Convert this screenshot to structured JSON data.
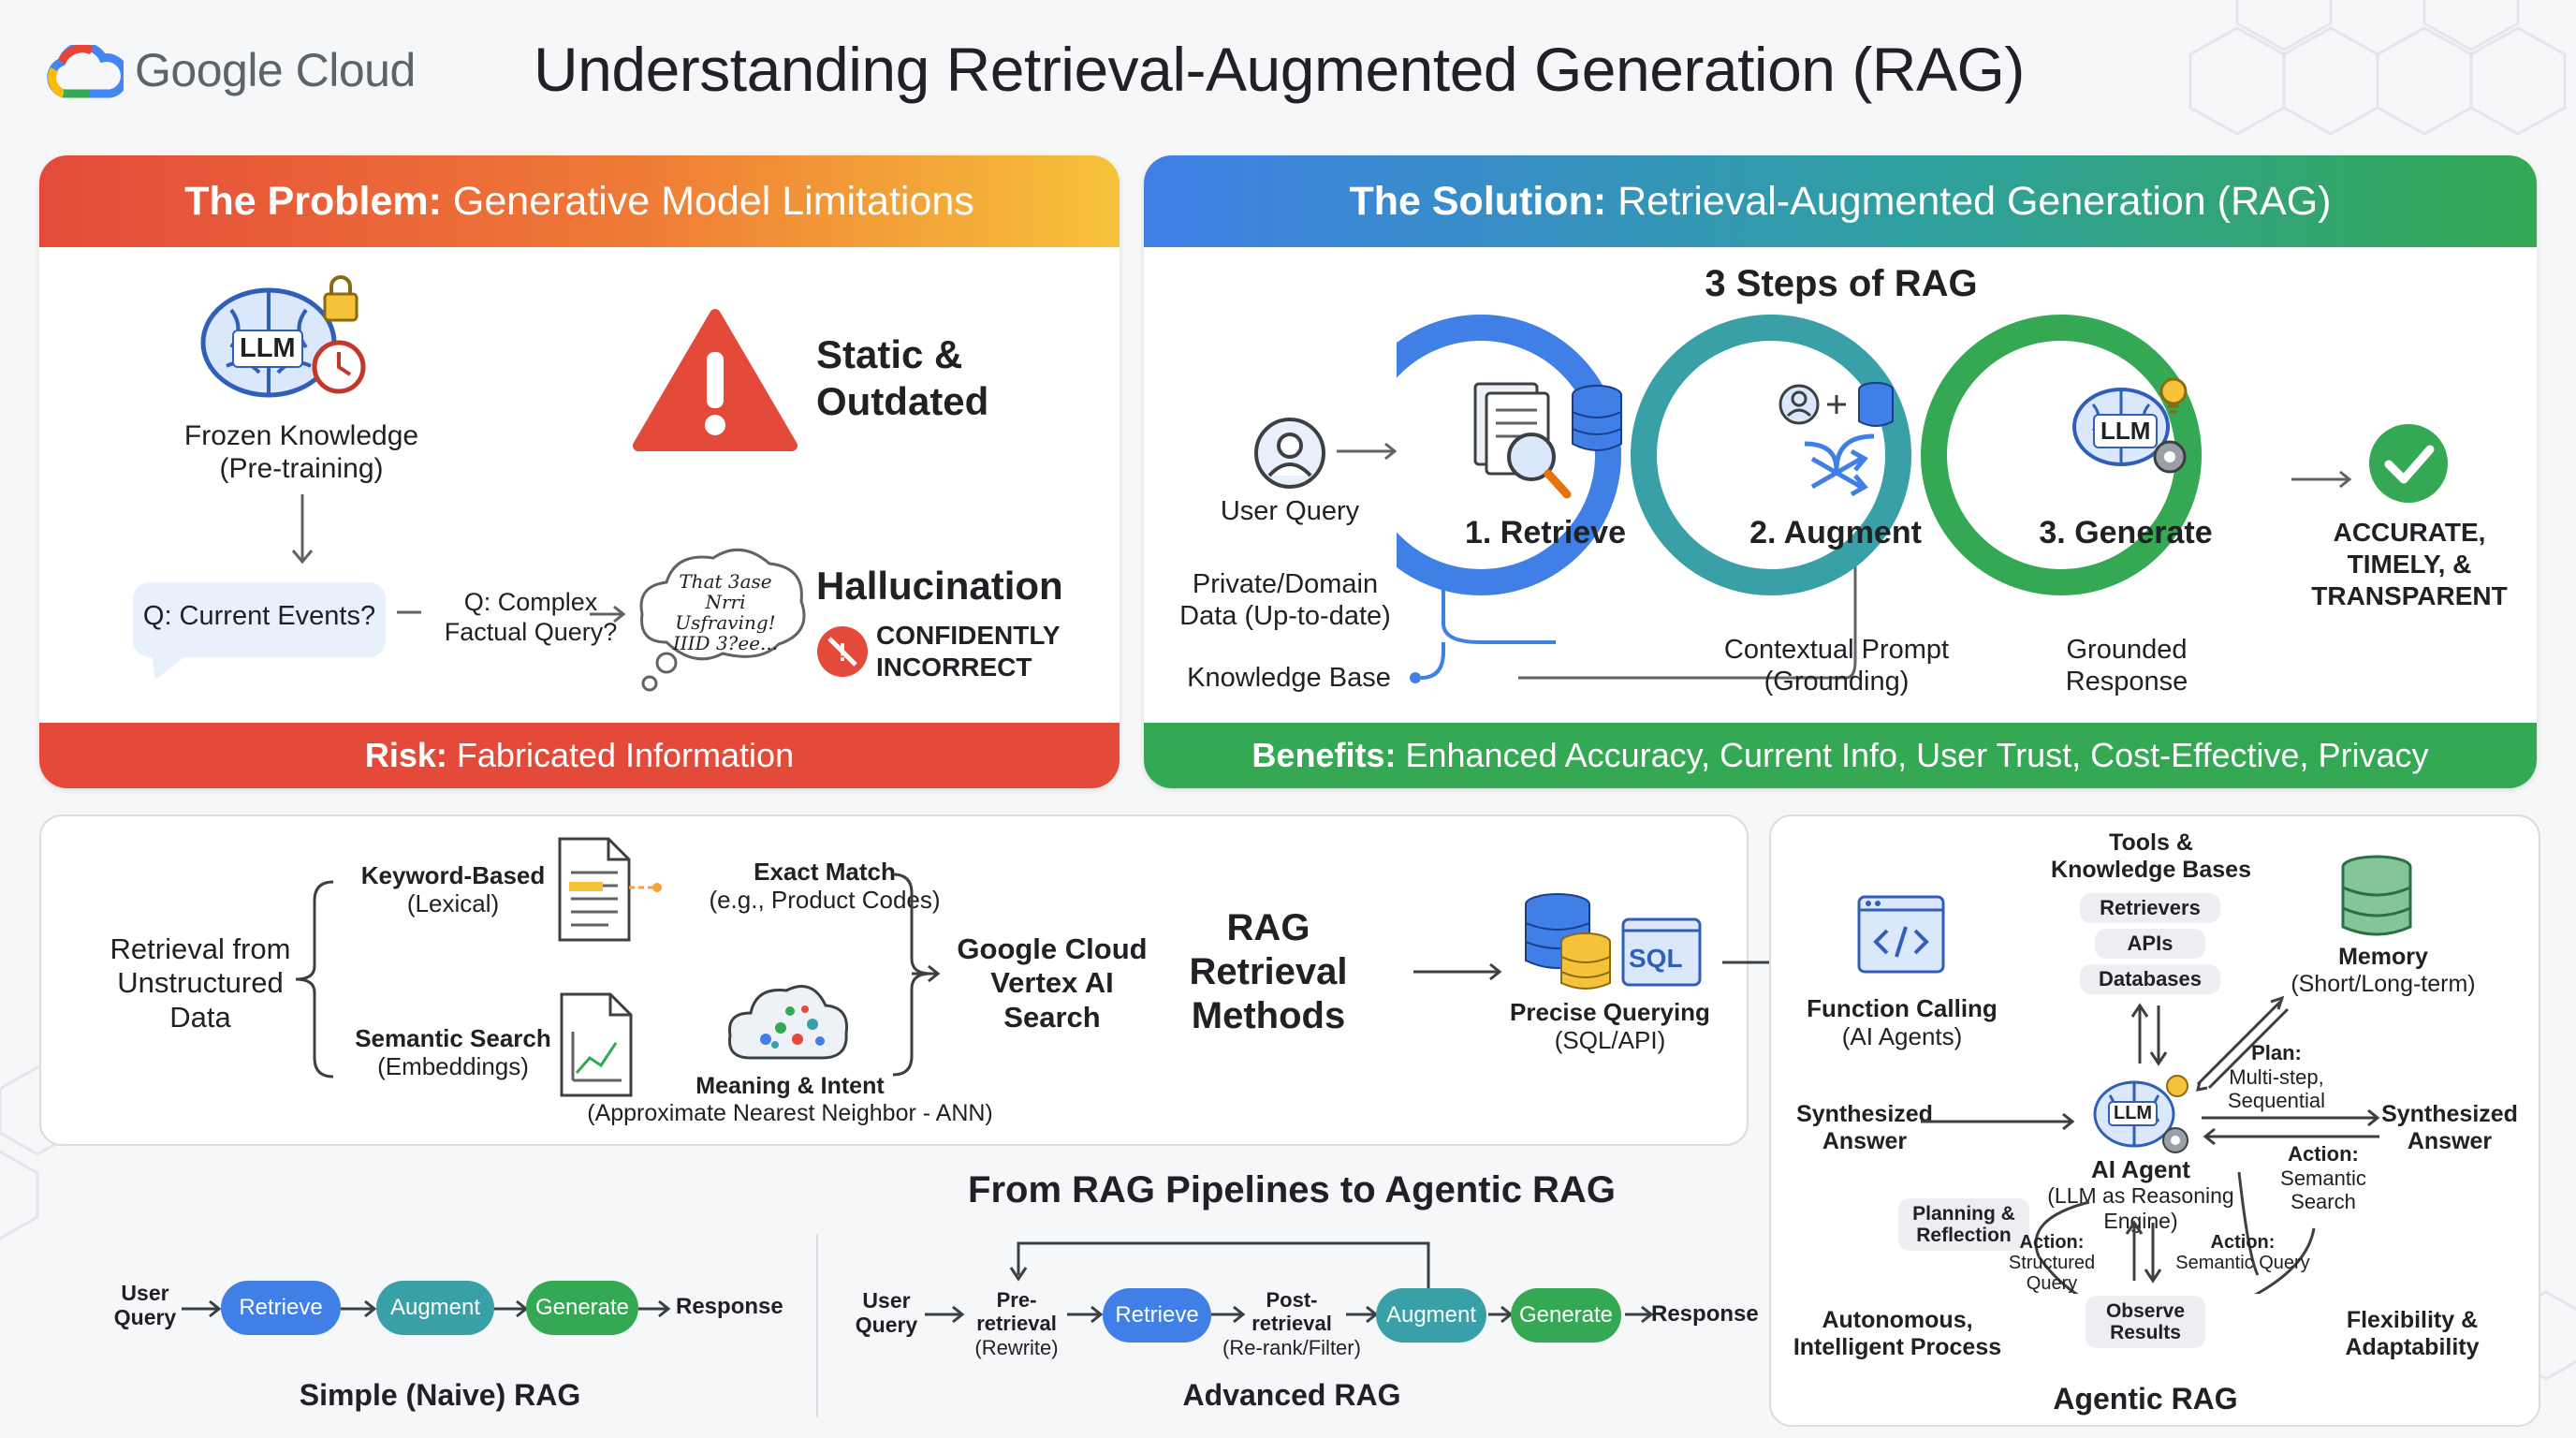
{
  "header": {
    "logo_text": "Google Cloud",
    "title": "Understanding Retrieval-Augmented Generation (RAG)"
  },
  "colors": {
    "red": "#e34a3a",
    "orange": "#f2a23a",
    "yellow": "#f6c23a",
    "blue": "#3f7fe6",
    "green": "#34a853",
    "text": "#202124"
  },
  "problem": {
    "title_bold": "The Problem:",
    "title_rest": " Generative Model Limitations",
    "llm_badge": "LLM",
    "frozen_line1": "Frozen Knowledge",
    "frozen_line2": "(Pre-training)",
    "static_line1": "Static &",
    "static_line2": "Outdated",
    "current_events": "Q: Current Events?",
    "complex_line1": "Q: Complex",
    "complex_line2": "Factual Query?",
    "cloud_line1": "That 3ase",
    "cloud_line2": "Nrri Usfraving!",
    "cloud_line3": "IIID 3?ee...",
    "hallucination": "Hallucination",
    "confident_line1": "CONFIDENTLY",
    "confident_line2": "INCORRECT",
    "risk_bold": "Risk:",
    "risk_rest": " Fabricated Information"
  },
  "solution": {
    "title_bold": "The Solution:",
    "title_rest": " Retrieval-Augmented Generation (RAG)",
    "steps_title": "3 Steps of RAG",
    "user_query": "User Query",
    "private_line1": "Private/Domain",
    "private_line2": "Data (Up-to-date)",
    "knowledge_base": "Knowledge Base",
    "step1": "1. Retrieve",
    "step2": "2. Augment",
    "step3": "3. Generate",
    "llm_badge": "LLM",
    "contextual_line1": "Contextual Prompt",
    "contextual_line2": "(Grounding)",
    "grounded_line1": "Grounded",
    "grounded_line2": "Response",
    "accurate_line1": "ACCURATE,",
    "accurate_line2": "TIMELY, &",
    "accurate_line3": "TRANSPARENT",
    "benefits_bold": "Benefits:",
    "benefits_rest": " Enhanced Accuracy, Current Info, User Trust, Cost-Effective, Privacy"
  },
  "methods": {
    "unstructured_line1": "Retrieval from",
    "unstructured_line2": "Unstructured",
    "unstructured_line3": "Data",
    "keyword_line1": "Keyword-Based",
    "keyword_line2": "(Lexical)",
    "exact_line1": "Exact Match",
    "exact_line2": "(e.g., Product Codes)",
    "semantic_line1": "Semantic Search",
    "semantic_line2": "(Embeddings)",
    "meaning_line1": "Meaning & Intent",
    "meaning_line2": "(Approximate Nearest Neighbor - ANN)",
    "vertex_line1": "Google Cloud",
    "vertex_line2": "Vertex AI",
    "vertex_line3": "Search",
    "rag_line1": "RAG",
    "rag_line2": "Retrieval",
    "rag_line3": "Methods",
    "sql_badge": "SQL",
    "precise_line1": "Precise Querying",
    "precise_line2": "(SQL/API)",
    "function_line1": "Function Calling",
    "function_line2": "(AI Agents)"
  },
  "pipelines": {
    "title": "From RAG Pipelines to Agentic RAG",
    "simple": {
      "user_line1": "User",
      "user_line2": "Query",
      "retrieve": "Retrieve",
      "augment": "Augment",
      "generate": "Generate",
      "response": "Response",
      "label": "Simple (Naive) RAG"
    },
    "advanced": {
      "user_line1": "User",
      "user_line2": "Query",
      "pre_line1": "Pre-",
      "pre_line2": "retrieval",
      "pre_line3": "(Rewrite)",
      "retrieve": "Retrieve",
      "post_line1": "Post-",
      "post_line2": "retrieval",
      "post_line3": "(Re-rank/Filter)",
      "augment": "Augment",
      "generate": "Generate",
      "response": "Response",
      "label": "Advanced RAG"
    }
  },
  "agentic": {
    "tools_line1": "Tools &",
    "tools_line2": "Knowledge Bases",
    "chips": [
      "Retrievers",
      "APIs",
      "Databases"
    ],
    "memory_line1": "Memory",
    "memory_line2": "(Short/Long-term)",
    "plan_line1": "Plan:",
    "plan_line2": "Multi-step,",
    "plan_line3": "Sequential",
    "synth_left_line1": "Synthesized",
    "synth_left_line2": "Answer",
    "synth_right_line1": "Synthesized",
    "synth_right_line2": "Answer",
    "llm_badge": "LLM",
    "agent_line1": "AI Agent",
    "agent_line2": "(LLM as Reasoning",
    "agent_line3": "Engine)",
    "action_sem_line1": "Action:",
    "action_sem_line2": "Semantic",
    "action_sem_line3": "Search",
    "planning_line1": "Planning &",
    "planning_line2": "Reflection",
    "action_struct_line1": "Action:",
    "action_struct_line2": "Structured",
    "action_struct_line3": "Query",
    "action_semq_line1": "Action:",
    "action_semq_line2": "Semantic Query",
    "observe_line1": "Observe",
    "observe_line2": "Results",
    "autonomous_line1": "Autonomous,",
    "autonomous_line2": "Intelligent Process",
    "flex_line1": "Flexibility &",
    "flex_line2": "Adaptability",
    "label": "Agentic RAG"
  }
}
